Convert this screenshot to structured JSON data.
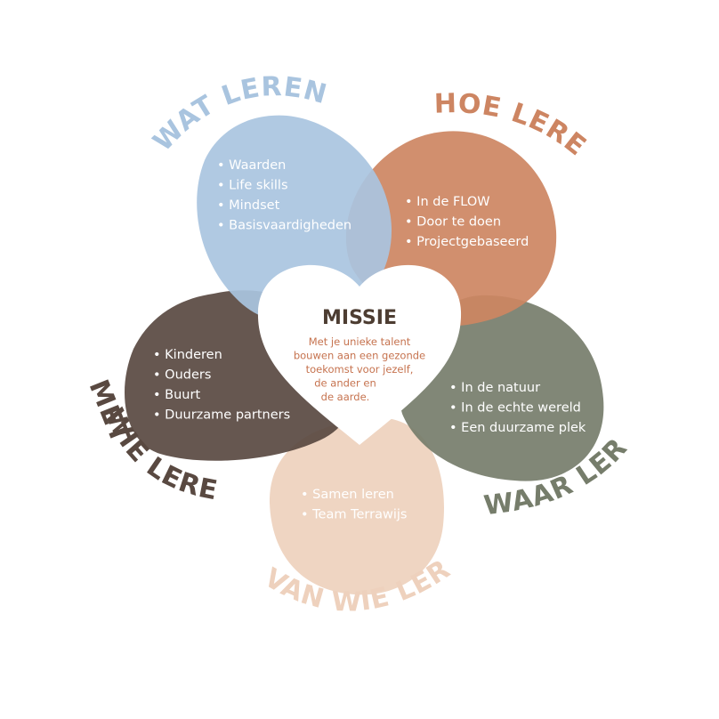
{
  "colors": {
    "blue": "#a9c4df",
    "orange": "#cd8562",
    "green": "#767d6b",
    "pink": "#eed1bd",
    "brown": "#594941",
    "heart": "#ffffff",
    "mission_title": "#4d3d32",
    "mission_text": "#c6734f"
  },
  "petals": {
    "wat": {
      "heading": "WAT LEREN WE?",
      "color": "blue",
      "items": [
        "Waarden",
        "Life skills",
        "Mindset",
        "Basisvaardigheden"
      ]
    },
    "hoe": {
      "heading": "HOE LEREN WE?",
      "color": "orange",
      "items": [
        "In de FLOW",
        "Door te doen",
        "Projectgebaseerd"
      ]
    },
    "waar": {
      "heading": "WAAR LEREN WE?",
      "color": "green",
      "items": [
        "In de natuur",
        "In de echte wereld",
        "Een duurzame plek"
      ]
    },
    "van_wie": {
      "heading": "VAN WIE LEREN WE?",
      "color": "pink",
      "items": [
        "Samen leren",
        "Team Terrawijs"
      ]
    },
    "met_wie": {
      "heading": "MET WIE LEREN WE?",
      "heading_line1": "MET",
      "heading_line2": "WIE LEREN WE?",
      "color": "brown",
      "items": [
        "Kinderen",
        "Ouders",
        "Buurt",
        "Duurzame partners"
      ]
    }
  },
  "mission": {
    "title": "MISSIE",
    "lines": [
      "Met je unieke talent",
      "bouwen aan een gezonde",
      "toekomst voor jezelf,",
      "de ander en",
      "de aarde."
    ]
  },
  "bullet_char": "•"
}
